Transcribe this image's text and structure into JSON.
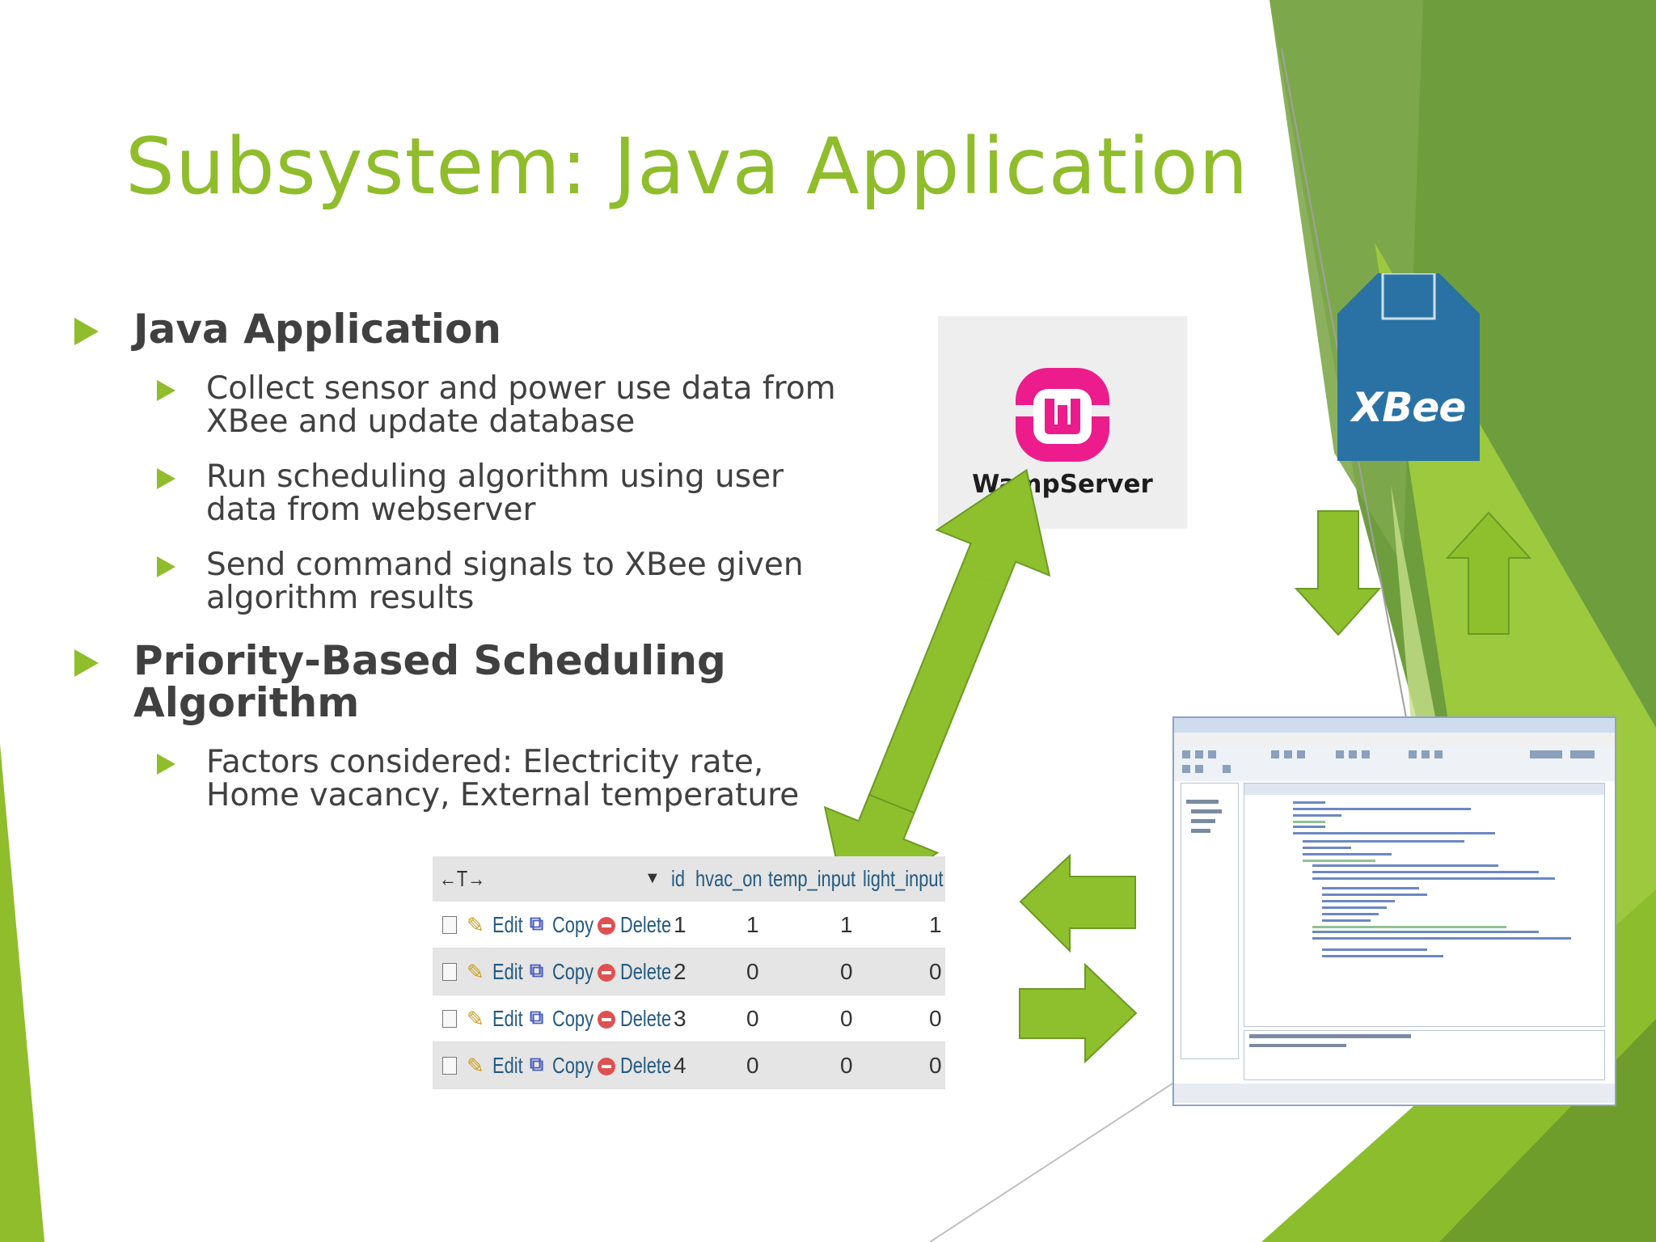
{
  "slide": {
    "title": "Subsystem: Java Application"
  },
  "bullets": [
    {
      "text": "Java Application"
    },
    {
      "text": "Collect sensor and power use data from XBee and update database"
    },
    {
      "text": "Run scheduling algorithm using user data from webserver"
    },
    {
      "text": "Send command signals to XBee given algorithm results"
    },
    {
      "text": "Priority-Based Scheduling Algorithm"
    },
    {
      "text": "Factors considered: Electricity rate, Home vacancy, External temperature"
    }
  ],
  "logos": {
    "wamp": {
      "label": "WampServer",
      "color": "#ec1c8c"
    },
    "xbee": {
      "label": "XBee",
      "color": "#2a72a4"
    }
  },
  "db_table": {
    "nav_arrows": "←T→",
    "sort_indicator": "▼",
    "columns": [
      "id",
      "hvac_on",
      "temp_input",
      "light_input"
    ],
    "actions": {
      "edit": "Edit",
      "copy": "Copy",
      "delete": "Delete"
    },
    "rows": [
      {
        "id": "1",
        "hvac_on": "1",
        "temp_input": "1",
        "light_input": "1"
      },
      {
        "id": "2",
        "hvac_on": "0",
        "temp_input": "0",
        "light_input": "0"
      },
      {
        "id": "3",
        "hvac_on": "0",
        "temp_input": "0",
        "light_input": "0"
      },
      {
        "id": "4",
        "hvac_on": "0",
        "temp_input": "0",
        "light_input": "0"
      }
    ]
  },
  "colors": {
    "accent_green": "#8fbd2b",
    "arrow_green": "#8dc02c",
    "text_gray": "#404040"
  }
}
